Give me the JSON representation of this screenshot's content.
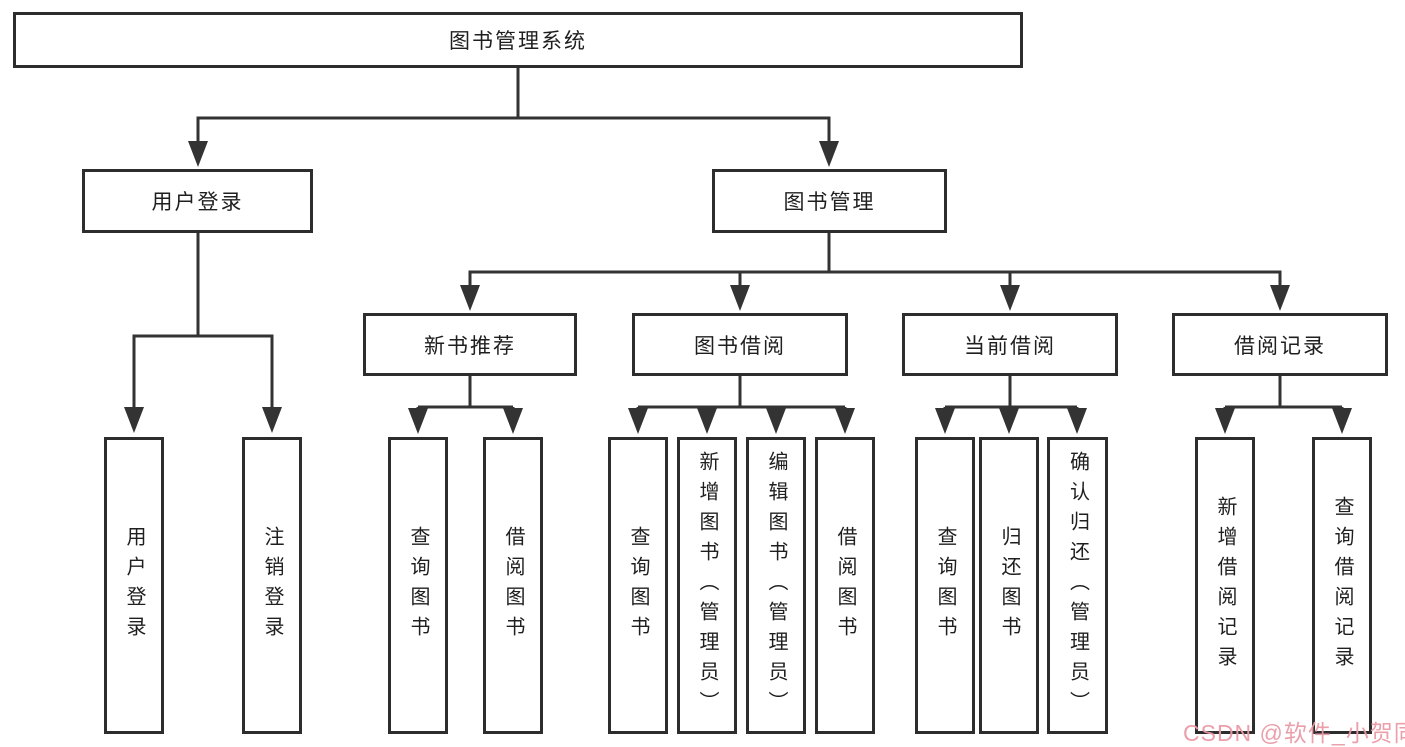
{
  "tree": {
    "root": {
      "label": "图书管理系统"
    },
    "branches": [
      {
        "label": "用户登录",
        "children": [
          {
            "label": "用户登录"
          },
          {
            "label": "注销登录"
          }
        ]
      },
      {
        "label": "图书管理",
        "children": [
          {
            "label": "新书推荐",
            "children": [
              {
                "label": "查询图书"
              },
              {
                "label": "借阅图书"
              }
            ]
          },
          {
            "label": "图书借阅",
            "children": [
              {
                "label": "查询图书"
              },
              {
                "label": "新增图书（管理员）"
              },
              {
                "label": "编辑图书（管理员）"
              },
              {
                "label": "借阅图书"
              }
            ]
          },
          {
            "label": "当前借阅",
            "children": [
              {
                "label": "查询图书"
              },
              {
                "label": "归还图书"
              },
              {
                "label": "确认归还（管理员）"
              }
            ]
          },
          {
            "label": "借阅记录",
            "children": [
              {
                "label": "新增借阅记录"
              },
              {
                "label": "查询借阅记录"
              }
            ]
          }
        ]
      }
    ]
  },
  "watermark": {
    "text": "CSDN @软件_小贺同学",
    "color": "#e99aa6"
  },
  "colors": {
    "line": "#333333",
    "box_border": "#2d2d2d",
    "text": "#1f1f1f",
    "background": "#ffffff"
  }
}
